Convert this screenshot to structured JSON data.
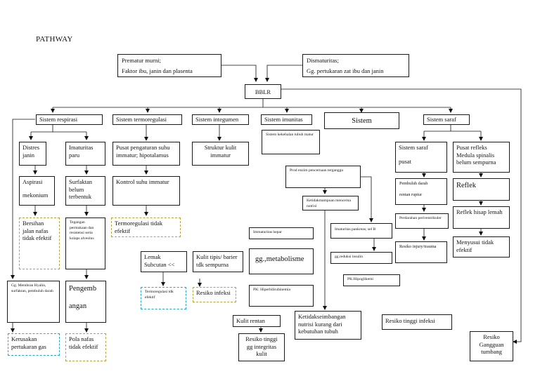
{
  "title": "PATHWAY",
  "nodes": {
    "prematur": {
      "line1": "Prematur murni;",
      "line2": "Faktor ibu, janin dan plasenta"
    },
    "dismaturitas": {
      "line1": "Dismaturitas;",
      "line2": "Gg. pertukaran zat ibu dan janin"
    },
    "bblr": "BBLR",
    "sistem_respirasi": "Sistem respirasi",
    "sistem_termoregulasi": "Sistem termoregulasi",
    "sistem_integumen": "Sistem integumen",
    "sistem_imunitas": "Sistem imunitas",
    "sistem": "Sistem",
    "sistem_saraf": "Sistem saraf",
    "distres_janin": "Distres janin",
    "imaturitas_paru": "Imaturitas paru",
    "pusat_pengaturan_suhu": "Pusat pengaturan suhu immatur; hipotalamus",
    "struktur_kulit": "Struktur kulit immatur",
    "sistem_kekebalan": "Sistem kekebalan tubuh matur",
    "sistem_saraf_pusat": {
      "line1": "Sistem saraf",
      "line2": "pusat"
    },
    "pusat_refleks": "Pusat refleks Medula spinalis belum sempurna",
    "aspirasi_mekonium": {
      "line1": "Aspirasi",
      "line2": "mekonium"
    },
    "surfaktan": "Surfaktan belum terbentuk",
    "kontrol_suhu": "Kontrol suhu immatur",
    "prod_enzim": "Prod enzim pencernaan terganggu",
    "pembuluh_darah": {
      "line1": "Pembuluh darah",
      "line2": "rentan ruptur"
    },
    "refleks": "Reflek",
    "bersihan_jalan_nafas": "Bersihan jalan nafas tidak efektif",
    "tegangan_permukaan": "Tegangan permukaan dan resistensi serta kolaps alveolus",
    "termoregulasi_tidak_efektif_1": "Termoregulasi tidak efektif",
    "ketidakmampuan": "Ketidakmampuan mencerna nutrisi",
    "perdarahan": "Perdarahan periventrikuler",
    "reflek_hisap": "Reflek hisap lemah",
    "imaturitas_hepar": "Immaturitas hepar",
    "imaturitas_pankreas": "Imaturitas pankreas; sel B",
    "resiko_injury": "Resiko injury/trauma",
    "menyusui": "Menyusui tidak efektif",
    "lemak_subcutan": "Lemak Subcutan <<",
    "kulit_tipis": "Kulit tipis/ barier tdk sempurna",
    "gg_metabolisme": "gg.,metabolisme",
    "gg_reduksi_insulin": "gg.reduksi insulin",
    "gg_membran_hyalin": "Gg. Membran Hyalin, surfaktan, pembuluh darah",
    "pengembangan": {
      "line1": "Pengemb",
      "line2": "angan"
    },
    "termoregulasi_tidak_efektif_2": "Termoregulasi tdk efektif",
    "resiko_infeksi_1": "Resiko infeksi",
    "pk_hiperbilirubinemia": "PK: Hiperbilirubinemia",
    "pk_hipoglikemi": "PK:Hipoglikemi",
    "ketidakseimbangan": "Ketidakseimbangan nutrisi kurang dari kebutuhan tubuh",
    "resiko_tinggi_infeksi": "Resiko tinggi infeksi",
    "kulit_rentan": "Kulit rentan",
    "resiko_integritas_kulit": "Resiko tinggi gg integritas kulit",
    "kerusakan_pertukaran_gas": "Kerusakan pertukaran gas",
    "pola_nafas": "Pola nafas tidak efektif",
    "resiko_gangguan_tumbang": "Resiko Gangguan tumbang"
  }
}
